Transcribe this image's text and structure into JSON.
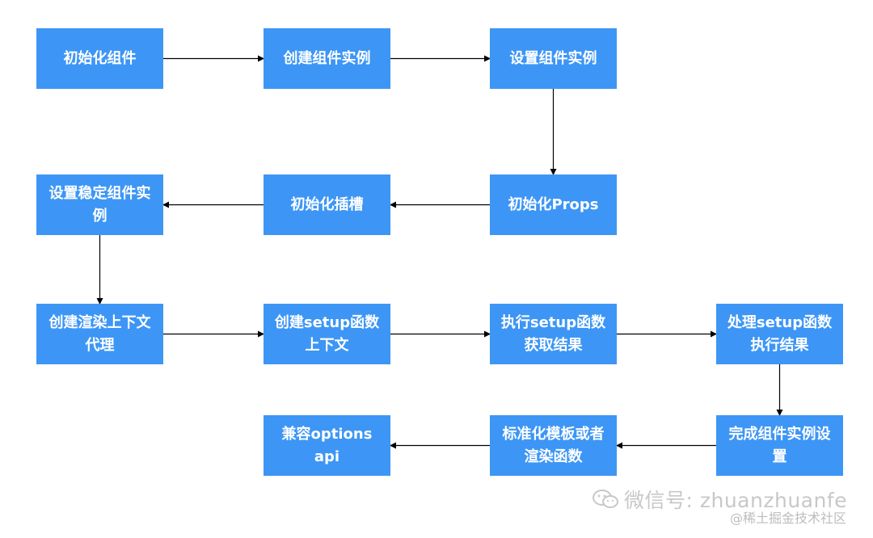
{
  "colors": {
    "node_fill": "#3d96f5",
    "node_text": "#ffffff",
    "edge": "#000000",
    "watermark": "#c8c8c8"
  },
  "diagram": {
    "nodes": [
      {
        "id": "n1",
        "label": "初始化组件"
      },
      {
        "id": "n2",
        "label": "创建组件实例"
      },
      {
        "id": "n3",
        "label": "设置组件实例"
      },
      {
        "id": "n4",
        "label": "初始化Props"
      },
      {
        "id": "n5",
        "label": "初始化插槽"
      },
      {
        "id": "n6",
        "label": "设置稳定组件实\n例"
      },
      {
        "id": "n7",
        "label": "创建渲染上下文\n代理"
      },
      {
        "id": "n8",
        "label": "创建setup函数\n上下文"
      },
      {
        "id": "n9",
        "label": "执行setup函数\n获取结果"
      },
      {
        "id": "n10",
        "label": "处理setup函数\n执行结果"
      },
      {
        "id": "n11",
        "label": "完成组件实例设\n置"
      },
      {
        "id": "n12",
        "label": "标准化模板或者\n渲染函数"
      },
      {
        "id": "n13",
        "label": "兼容options api"
      }
    ],
    "edges": [
      {
        "from": "n1",
        "to": "n2"
      },
      {
        "from": "n2",
        "to": "n3"
      },
      {
        "from": "n3",
        "to": "n4"
      },
      {
        "from": "n4",
        "to": "n5"
      },
      {
        "from": "n5",
        "to": "n6"
      },
      {
        "from": "n6",
        "to": "n7"
      },
      {
        "from": "n7",
        "to": "n8"
      },
      {
        "from": "n8",
        "to": "n9"
      },
      {
        "from": "n9",
        "to": "n10"
      },
      {
        "from": "n10",
        "to": "n11"
      },
      {
        "from": "n11",
        "to": "n12"
      },
      {
        "from": "n12",
        "to": "n13"
      }
    ]
  },
  "watermark": {
    "icon": "wechat-icon",
    "line1": "微信号: zhuanzhuanfe",
    "line2": "@稀土掘金技术社区"
  }
}
